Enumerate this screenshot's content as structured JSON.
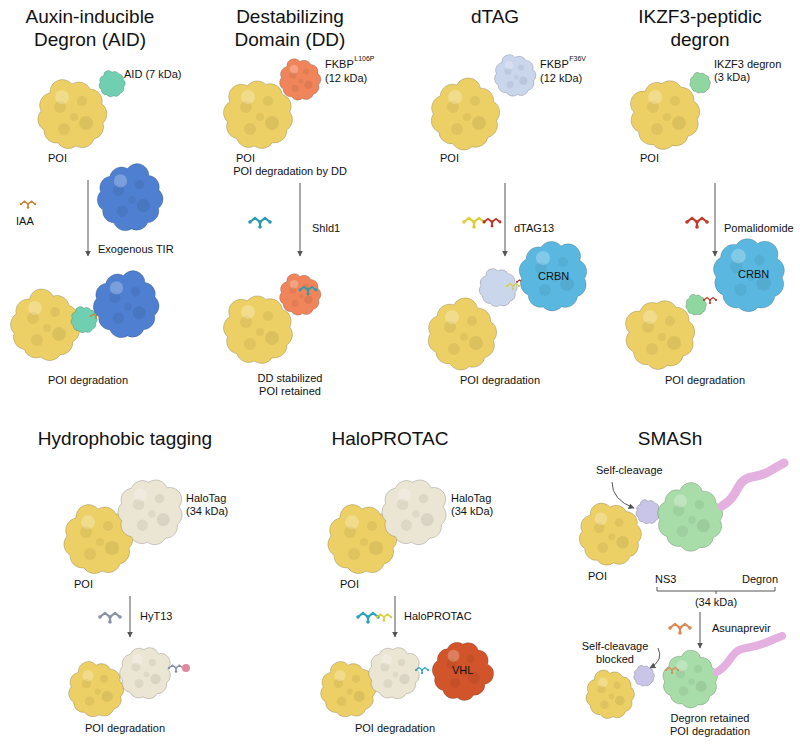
{
  "diagram": {
    "labels": [
      "Auxin-inducible Degron (AID)",
      "AID (7 kDa)",
      "POI",
      "IAA",
      "Exogenous TIR",
      "POI degradation",
      "Destabilizing Domain (DD)",
      "FKBP",
      "L106P",
      "(12 kDa)",
      "POI",
      "POI degradation by DD",
      "Shld1",
      "DD stabilized POI retained",
      "dTAG",
      "FKBP",
      "F36V",
      "(12 kDa)",
      "POI",
      "dTAG13",
      "CRBN",
      "POI degradation",
      "IKZF3-peptidic degron",
      "IKZF3 degron (3 kDa)",
      "POI",
      "Pomalidomide",
      "CRBN",
      "POI degradation",
      "Hydrophobic tagging",
      "HaloTag (34 kDa)",
      "POI",
      "HyT13",
      "POI degradation",
      "HaloPROTAC",
      "HaloTag (34 kDa)",
      "POI",
      "HaloPROTAC",
      "VHL",
      "POI degradation",
      "SMASh",
      "Self-cleavage",
      "POI",
      "NS3",
      "Degron",
      "(34 kDa)",
      "Asunaprevir",
      "Self-cleavage blocked",
      "Degron retained POI degradation"
    ]
  }
}
